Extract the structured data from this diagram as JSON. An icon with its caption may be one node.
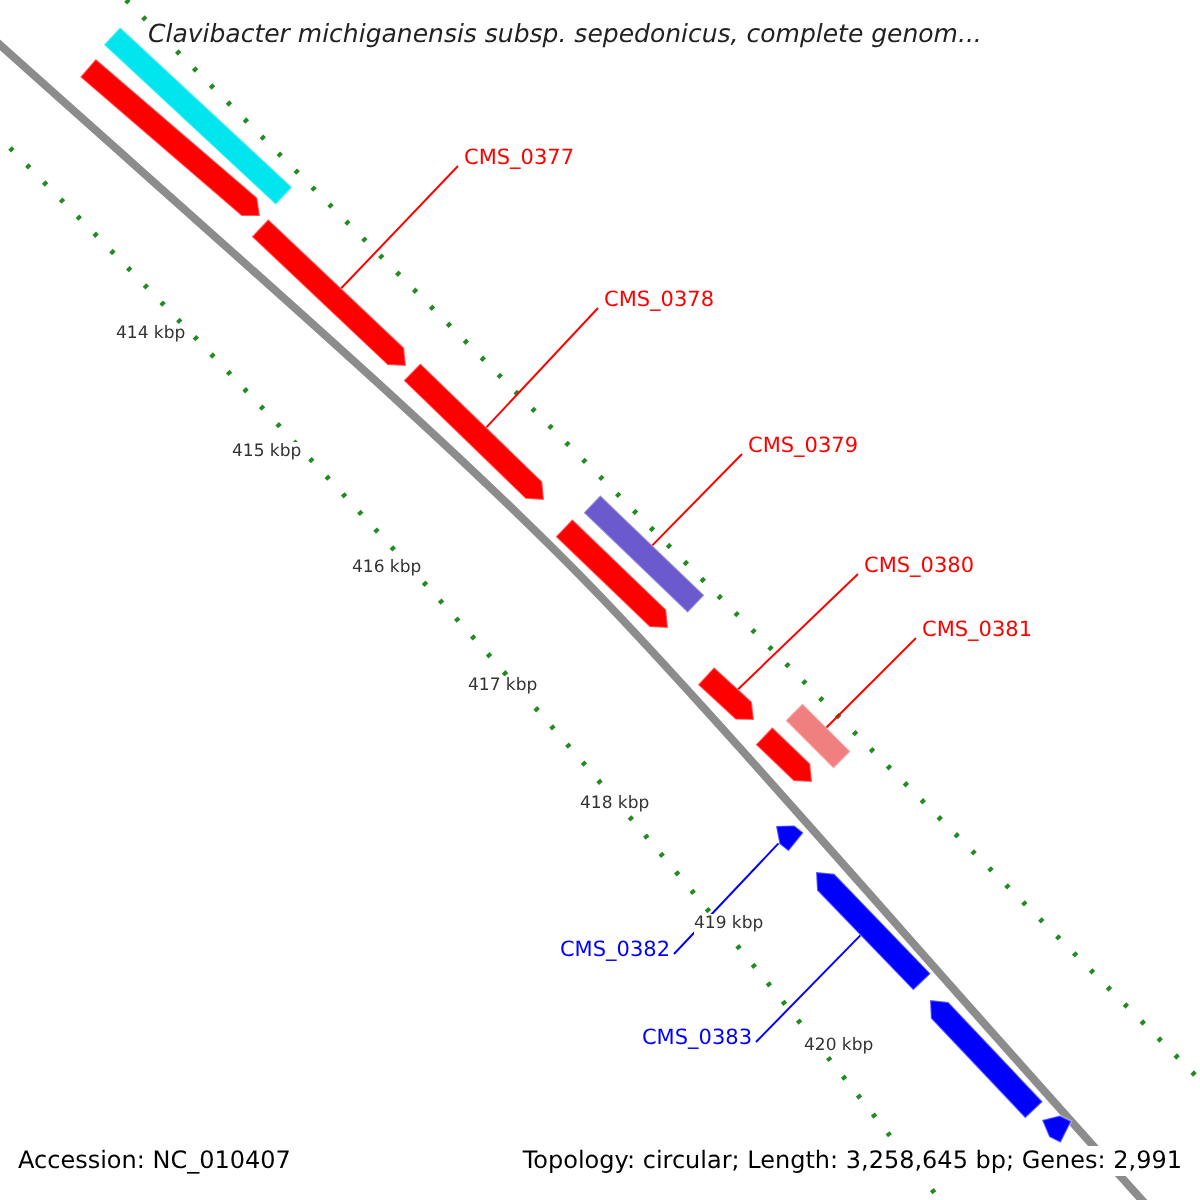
{
  "diagram": {
    "title": "Clavibacter michiganensis subsp. sepedonicus, complete genom...",
    "nodes": [
      {
        "text": [],
        "shape": "bar"
      },
      {
        "text": [],
        "shape": "bar"
      },
      {
        "text": [
          "CMS_0377"
        ]
      },
      {
        "text": [],
        "shape": "bar"
      },
      {
        "text": [
          "CMS_0378"
        ]
      },
      {
        "text": [],
        "shape": "bar"
      },
      {
        "text": [
          "CMS_0379"
        ]
      },
      {
        "text": [],
        "shape": "bar"
      },
      {
        "text": [],
        "shape": "bar"
      },
      {
        "text": [
          "CMS_0380"
        ]
      },
      {
        "text": [],
        "shape": "bar"
      },
      {
        "text": [
          "CMS_0381"
        ]
      },
      {
        "text": [],
        "shape": "bar"
      },
      {
        "text": [],
        "shape": "bar"
      },
      {
        "text": [],
        "shape": "bar"
      },
      {
        "text": [
          "CMS_0382"
        ]
      },
      {
        "text": [],
        "shape": "bar"
      },
      {
        "text": [
          "CMS_0383"
        ]
      },
      {
        "text": [],
        "shape": "bar"
      },
      {
        "text": [],
        "shape": "bar"
      }
    ],
    "edges": [
      {
        "from": 2,
        "to": 3,
        "arrow": "none"
      },
      {
        "from": 4,
        "to": 5,
        "arrow": "none"
      },
      {
        "from": 6,
        "to": 7,
        "arrow": "none"
      },
      {
        "from": 9,
        "to": 10,
        "arrow": "none"
      },
      {
        "from": 11,
        "to": 12,
        "arrow": "none"
      },
      {
        "from": 15,
        "to": 14,
        "arrow": "none",
        "color": "#0000ff"
      },
      {
        "from": 17,
        "to": 16,
        "arrow": "none",
        "color": "#0000ff"
      }
    ],
    "labels": [
      "414 kbp",
      "415 kbp",
      "416 kbp",
      "417 kbp",
      "418 kbp",
      "419 kbp",
      "420 kbp",
      "Accession: NC_010407",
      "Topology: circular; Length: 3,258,645 bp; Genes: 2,991"
    ]
  }
}
